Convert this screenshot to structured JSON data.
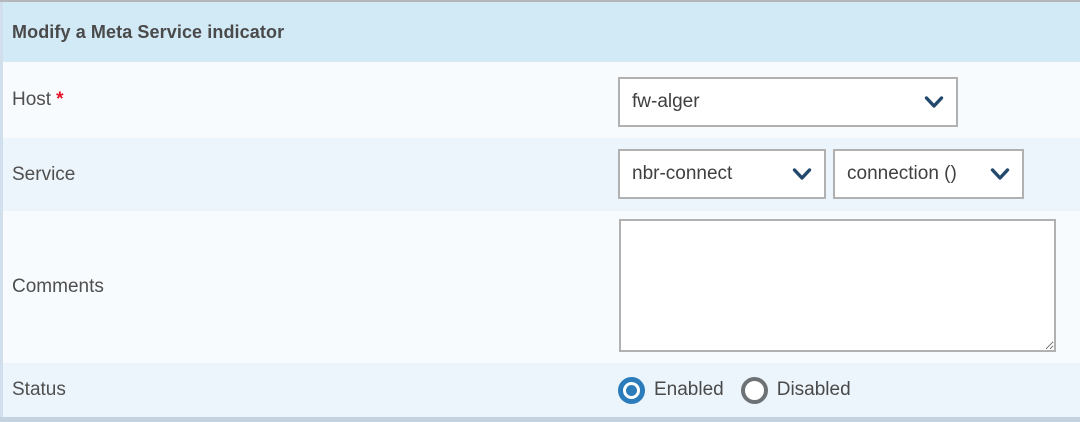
{
  "panel": {
    "title": "Modify a Meta Service indicator"
  },
  "fields": {
    "host": {
      "label": "Host",
      "required_marker": "*",
      "value": "fw-alger"
    },
    "service": {
      "label": "Service",
      "selects": [
        {
          "value": "nbr-connect"
        },
        {
          "value": "connection ()"
        }
      ]
    },
    "comments": {
      "label": "Comments",
      "value": ""
    },
    "status": {
      "label": "Status",
      "options": [
        {
          "label": "Enabled",
          "selected": true
        },
        {
          "label": "Disabled",
          "selected": false
        }
      ]
    }
  },
  "icons": {
    "chevron_down": "chevron-down"
  },
  "colors": {
    "header_bg": "#d2e9f6",
    "row_pale_bg": "#f7fbfe",
    "row_blue_bg": "#edf5fc",
    "field_border": "#b1b1b1",
    "chevron_blue": "#24476e",
    "radio_selected_blue": "#2c7cbc",
    "radio_unselected_gray": "#6d7277",
    "required_red": "#ea1328",
    "top_border": "#b4b7b9",
    "left_border": "#d0dfeb",
    "bottom_strip": "#c4d3df"
  }
}
